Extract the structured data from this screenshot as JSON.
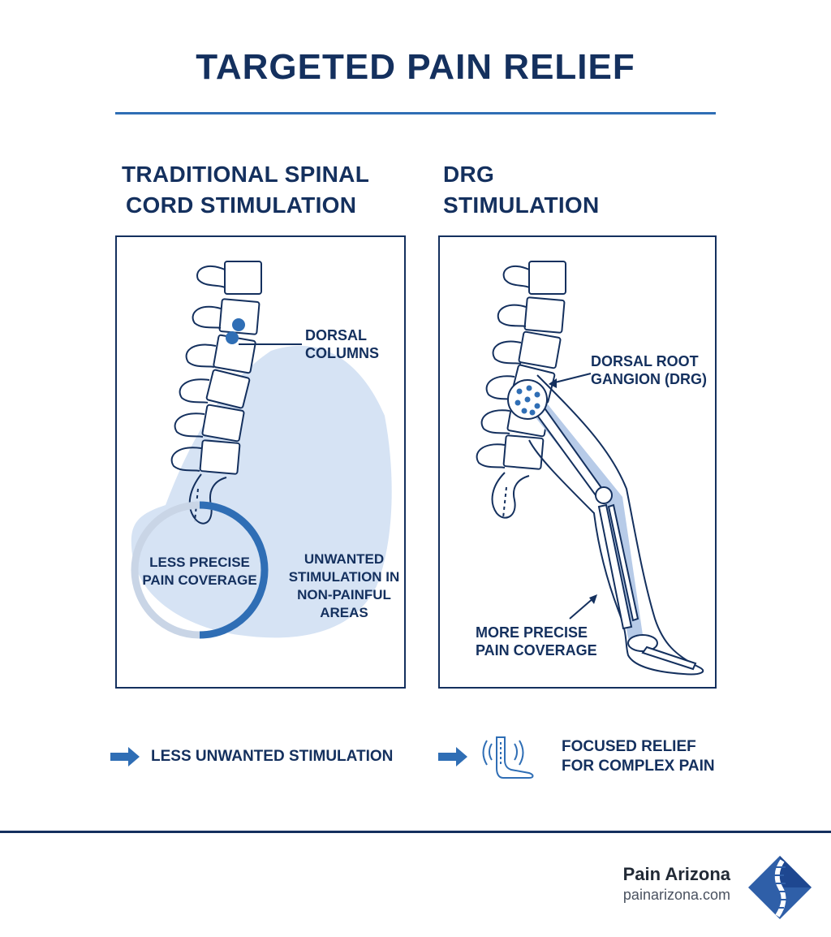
{
  "title": "TARGETED PAIN RELIEF",
  "left": {
    "heading_line1": "TRADITIONAL SPINAL",
    "heading_line2": "CORD STIMULATION",
    "label_dorsal_line1": "DORSAL",
    "label_dorsal_line2": "COLUMNS",
    "label_less_line1": "LESS PRECISE",
    "label_less_line2": "PAIN COVERAGE",
    "label_unwanted_line1": "UNWANTED",
    "label_unwanted_line2": "STIMULATION IN",
    "label_unwanted_line3": "NON-PAINFUL",
    "label_unwanted_line4": "AREAS"
  },
  "right": {
    "heading_line1": "DRG",
    "heading_line2": "STIMULATION",
    "label_drg_line1": "DORSAL ROOT",
    "label_drg_line2": "GANGION (DRG)",
    "label_more_line1": "MORE PRECISE",
    "label_more_line2": "PAIN COVERAGE"
  },
  "bottom": {
    "item1": "LESS UNWANTED STIMULATION",
    "item2_line1": "FOCUSED RELIEF",
    "item2_line2": "FOR COMPLEX PAIN"
  },
  "footer": {
    "brand": "Pain Arizona",
    "url": "painarizona.com"
  },
  "colors": {
    "navy": "#14305e",
    "accent": "#2f6eb5",
    "coverage": "#d6e3f4"
  },
  "icons": [
    "right-arrow-icon",
    "foot-vibration-icon",
    "spine-logo-icon"
  ]
}
